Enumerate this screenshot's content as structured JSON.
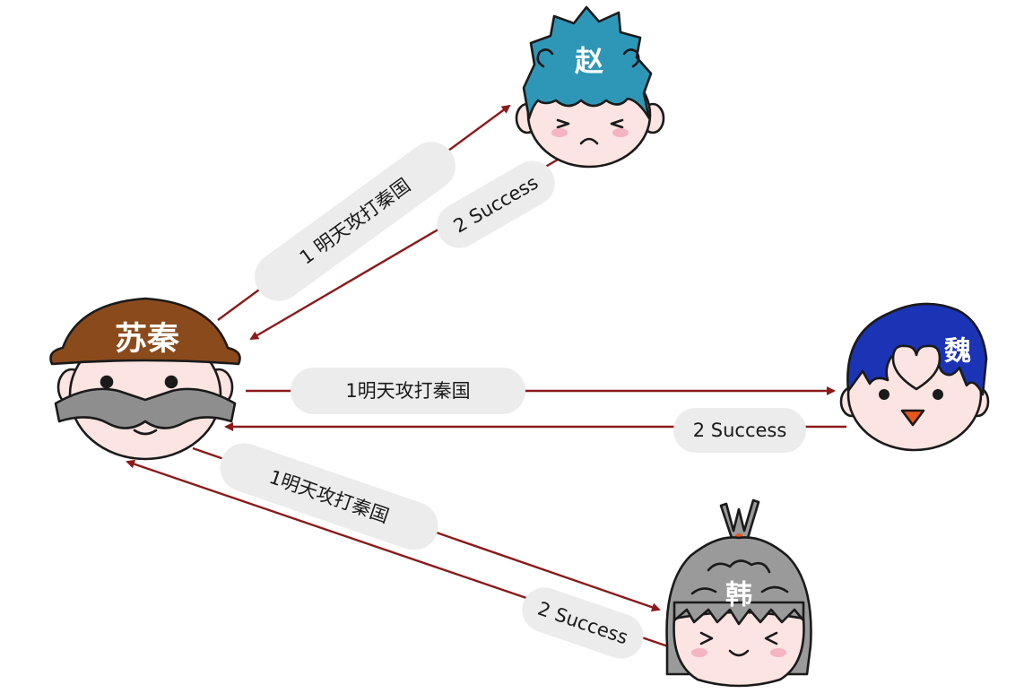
{
  "nodes": {
    "suqin": {
      "name": "苏秦"
    },
    "zhao": {
      "name": "赵"
    },
    "wei": {
      "name": "魏"
    },
    "han": {
      "name": "韩"
    }
  },
  "messages": {
    "to_zhao_request": "1 明天攻打秦国",
    "from_zhao_response": "2 Success",
    "to_wei_request": "1明天攻打秦国",
    "from_wei_response": "2 Success",
    "to_han_request": "1明天攻打秦国",
    "from_han_response": "2 Success"
  },
  "colors": {
    "arrow": "#8b1a1a",
    "pill": "#ececec",
    "skin": "#fbe4e1",
    "hat": "#8a4a1c",
    "mustache": "#8e8e8e",
    "zhao_hair": "#2e97b8",
    "wei_hair": "#1b33b5",
    "han_hair": "#9a9a9a"
  }
}
